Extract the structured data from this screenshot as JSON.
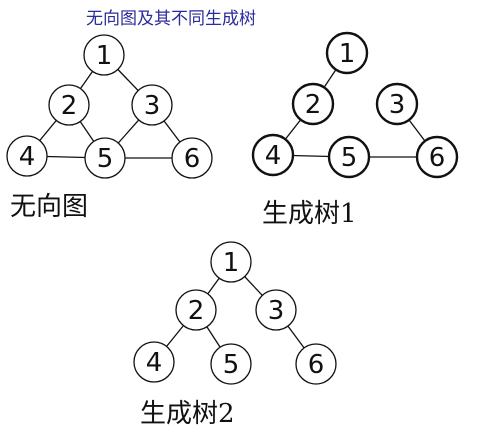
{
  "header": {
    "title": "无向图及其不同生成树"
  },
  "graphs": [
    {
      "id": "undirected",
      "caption": "无向图",
      "nodes": [
        "1",
        "2",
        "3",
        "4",
        "5",
        "6"
      ],
      "edges": [
        [
          "1",
          "2"
        ],
        [
          "1",
          "3"
        ],
        [
          "2",
          "4"
        ],
        [
          "2",
          "5"
        ],
        [
          "3",
          "5"
        ],
        [
          "3",
          "6"
        ],
        [
          "4",
          "5"
        ],
        [
          "5",
          "6"
        ]
      ]
    },
    {
      "id": "tree1",
      "caption": "生成树1",
      "nodes": [
        "1",
        "2",
        "3",
        "4",
        "5",
        "6"
      ],
      "edges": [
        [
          "1",
          "2"
        ],
        [
          "2",
          "4"
        ],
        [
          "4",
          "5"
        ],
        [
          "5",
          "6"
        ],
        [
          "3",
          "6"
        ]
      ]
    },
    {
      "id": "tree2",
      "caption": "生成树2",
      "nodes": [
        "1",
        "2",
        "3",
        "4",
        "5",
        "6"
      ],
      "edges": [
        [
          "1",
          "2"
        ],
        [
          "1",
          "3"
        ],
        [
          "2",
          "4"
        ],
        [
          "2",
          "5"
        ],
        [
          "3",
          "6"
        ]
      ]
    }
  ]
}
